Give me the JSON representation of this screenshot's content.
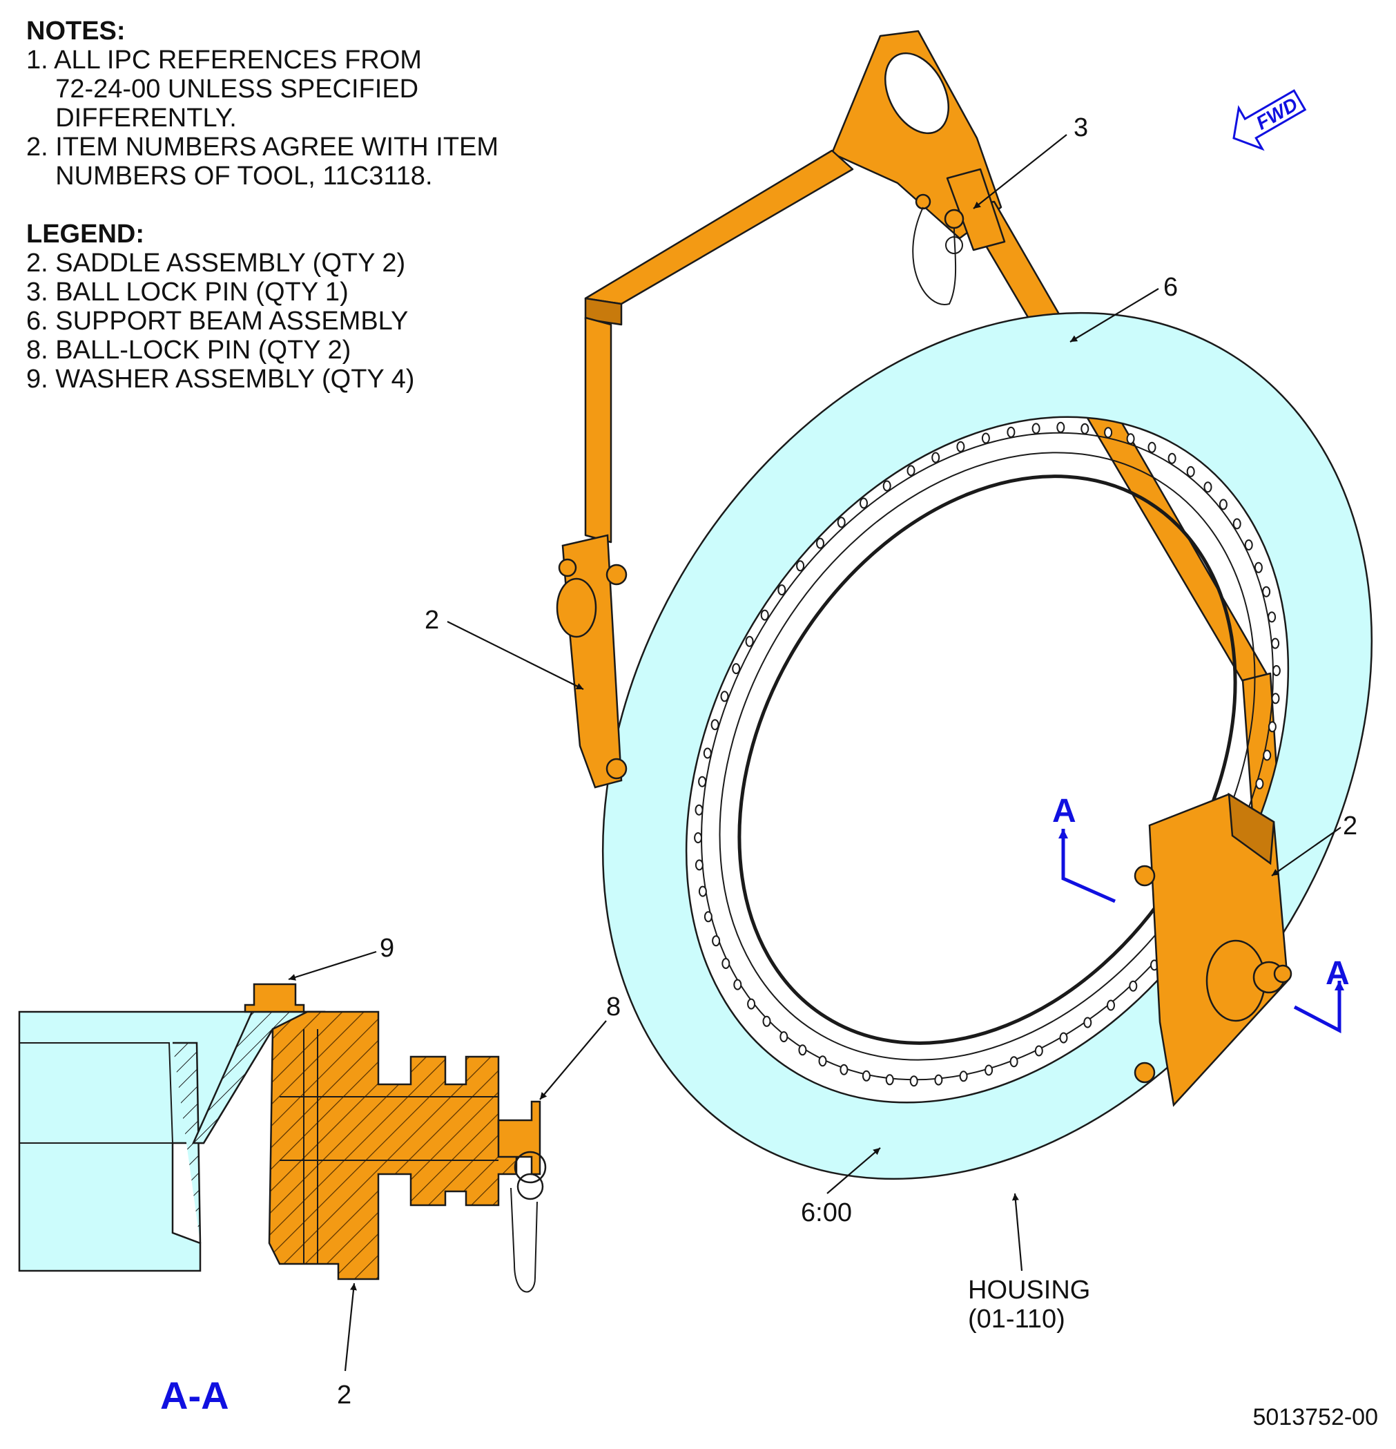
{
  "notes": {
    "title": "NOTES:",
    "items": [
      "1. ALL IPC REFERENCES FROM",
      "    72-24-00 UNLESS SPECIFIED",
      "    DIFFERENTLY.",
      "2. ITEM NUMBERS AGREE WITH ITEM",
      "    NUMBERS OF TOOL, 11C3118."
    ]
  },
  "legend": {
    "title": "LEGEND:",
    "items": [
      "2. SADDLE ASSEMBLY (QTY 2)",
      "3. BALL LOCK PIN (QTY 1)",
      "6. SUPPORT BEAM ASSEMBLY",
      "8. BALL-LOCK PIN (QTY 2)",
      "9. WASHER ASSEMBLY (QTY 4)"
    ]
  },
  "callouts": {
    "item3": "3",
    "item6": "6",
    "item2_left": "2",
    "item2_right": "2",
    "item9": "9",
    "item8": "8",
    "item2_section": "2",
    "clock": "6:00",
    "housing_line1": "HOUSING",
    "housing_line2": "(01-110)"
  },
  "section": {
    "marker_a1": "A",
    "marker_a2": "A",
    "view_title": "A-A"
  },
  "fwd": "FWD",
  "doc_number": "5013752-00",
  "colors": {
    "orange": "#f39a14",
    "cyan": "#ccfcfc",
    "blue": "#1010e0",
    "outline": "#1a1a1a"
  }
}
